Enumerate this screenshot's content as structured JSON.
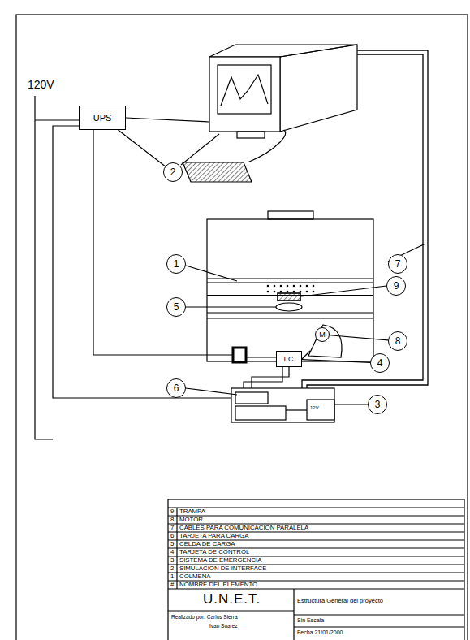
{
  "diagram": {
    "nodes": [
      {
        "text": [
          "UPS"
        ]
      },
      {
        "text": [
          "2"
        ]
      },
      {
        "text": [
          "1"
        ]
      },
      {
        "text": [
          "7"
        ]
      },
      {
        "text": [
          "9"
        ]
      },
      {
        "text": [
          "5"
        ]
      },
      {
        "text": [
          "8"
        ]
      },
      {
        "text": [
          "4"
        ]
      },
      {
        "text": [
          "T.C."
        ]
      },
      {
        "text": [
          "M"
        ]
      },
      {
        "text": [
          "6"
        ]
      },
      {
        "text": [
          "3"
        ]
      }
    ],
    "edges": [
      {
        "from": 1,
        "to": 0,
        "arrow": "none"
      },
      {
        "from": 6,
        "to": 9,
        "arrow": "none"
      },
      {
        "from": 7,
        "to": 8,
        "arrow": "none"
      }
    ],
    "labels": [
      "120V",
      "12V",
      "9",
      "TRAMPA",
      "8",
      "MOTOR",
      "7",
      "CABLES PARA COMUNICACION PARALELA",
      "6",
      "TARJETA PARA CARGA",
      "5",
      "CELDA DE CARGA",
      "4",
      "TARJETA DE CONTROL",
      "3",
      "SISTEMA DE EMERGENCIA",
      "2",
      "SIMULACION DE INTERFACE",
      "1",
      "COLMENA",
      "#",
      "NOMBRE DEL ELEMENTO",
      "U.N.E.T.",
      "Estructura General del proyecto",
      "Realizado por: Carlos Sierra",
      "Ivan Suarez",
      "Sin Escala",
      "Fecha 21/01/2000"
    ]
  }
}
